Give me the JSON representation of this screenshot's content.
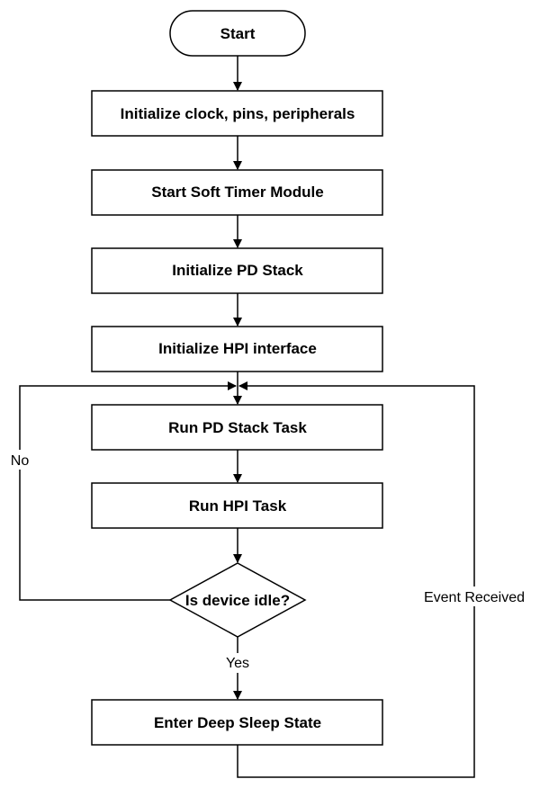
{
  "nodes": {
    "start": "Start",
    "init_clock": "Initialize clock, pins, peripherals",
    "start_timer": "Start Soft Timer Module",
    "init_pd": "Initialize PD Stack",
    "init_hpi": "Initialize HPI interface",
    "run_pd": "Run PD Stack Task",
    "run_hpi": "Run HPI Task",
    "decision": "Is device idle?",
    "deep_sleep": "Enter Deep Sleep State"
  },
  "edges": {
    "no_label": "No",
    "yes_label": "Yes",
    "event_label": "Event Received"
  }
}
